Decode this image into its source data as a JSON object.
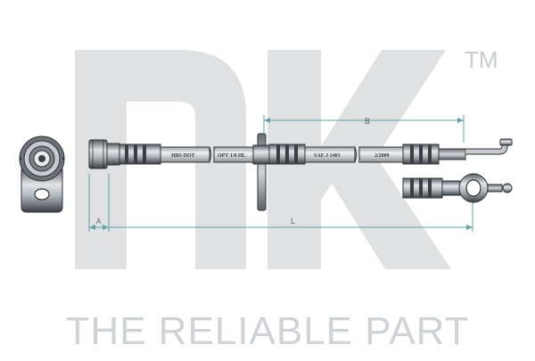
{
  "brand": {
    "logo_text": "nk",
    "trademark": "TM",
    "tagline": "THE RELIABLE PART"
  },
  "diagram": {
    "dimension_labels": {
      "overall_length": "L",
      "fitting_length": "B",
      "end_length": "A"
    },
    "hose_markings": [
      "HBS DOT",
      "OPT 1/8 HL",
      "SAE J 1401",
      "2/2009"
    ]
  },
  "colors": {
    "logo_gray": "#dfe1e3",
    "tagline_gray": "#cfd3d7",
    "dimension_teal": "#5fa3a3",
    "metal_dark": "#3e4247",
    "metal_mid": "#8c9198",
    "metal_light": "#d9dcdf",
    "hose_light": "#e6e8ea"
  }
}
